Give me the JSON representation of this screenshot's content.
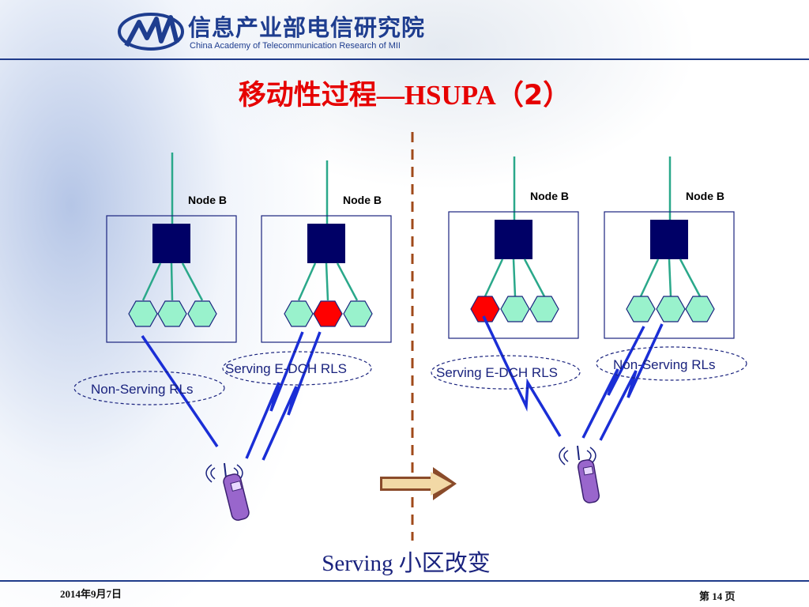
{
  "header": {
    "org_name_cn": "信息产业部电信研究院",
    "org_name_en": "China Academy of Telecommunication Research of MII",
    "logo_icon": "catr-logo-icon"
  },
  "slide": {
    "title_cn": "移动性过程",
    "title_dash": "—",
    "title_latin": "HSUPA",
    "title_paren": "（2）"
  },
  "diagram": {
    "before": {
      "nodeb_left_label": "Node B",
      "nodeb_right_label": "Node B",
      "serving_label": "Serving E-DCH RLS",
      "nonserving_label": "Non-Serving RLs"
    },
    "after": {
      "nodeb_left_label": "Node B",
      "nodeb_right_label": "Node B",
      "serving_label": "Serving E-DCH RLS",
      "nonserving_label": "Non-Serving RLs"
    },
    "colors": {
      "serving_cell": "#ff0000",
      "normal_cell": "#99f2cc",
      "link": "#1a2ed6",
      "node_core": "#000066",
      "feeder": "#2aa88a",
      "divider": "#a04a1a"
    },
    "icons": [
      "mobile-phone-icon",
      "transition-arrow-icon"
    ]
  },
  "caption": "Serving 小区改变",
  "footer": {
    "date": "2014年9月7日",
    "page_label_before": "第",
    "page_number": "14",
    "page_label_after": "页"
  }
}
